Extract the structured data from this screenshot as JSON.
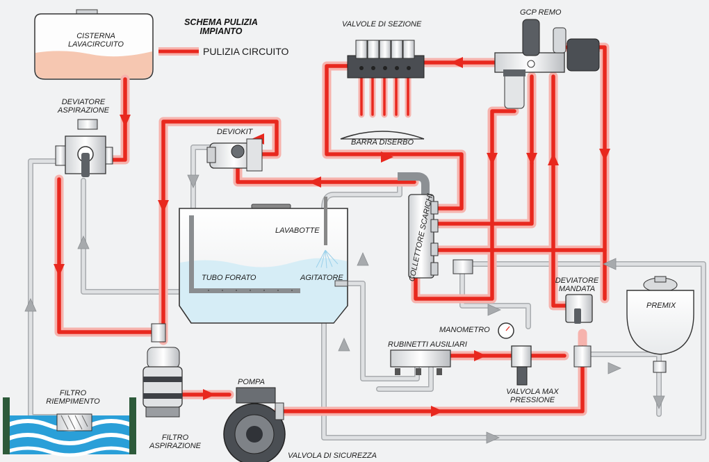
{
  "title": {
    "line1": "SCHEMA PULIZIA",
    "line2": "IMPIANTO"
  },
  "legend": {
    "label": "PULIZIA CIRCUITO"
  },
  "colors": {
    "red_pipe": "#e8281e",
    "red_glow": "#f6b3ad",
    "grey_pipe": "#c9cbcd",
    "tank_water": "#d6edf6",
    "tank_rinse": "#f6c7b1",
    "water": "#2a9fd8"
  },
  "labels": {
    "cisterna_1": "CISTERNA",
    "cisterna_2": "LAVACIRCUITO",
    "deviatore_asp_1": "DEVIATORE",
    "deviatore_asp_2": "ASPIRAZIONE",
    "valvole_sezione": "VALVOLE DI SEZIONE",
    "gcp_remo": "GCP REMO",
    "deviokit": "DEVIOKIT",
    "barra_diserbo": "BARRA DISERBO",
    "collettore_scarichi": "COLLETTORE SCARICHI",
    "lavabotte": "LAVABOTTE",
    "tubo_forato": "TUBO FORATO",
    "agitatore": "AGITATORE",
    "deviatore_mandata_1": "DEVIATORE",
    "deviatore_mandata_2": "MANDATA",
    "premix": "PREMIX",
    "manometro": "MANOMETRO",
    "rubinetti_ausiliari": "RUBINETTI AUSILIARI",
    "valvola_max_1": "VALVOLA MAX",
    "valvola_max_2": "PRESSIONE",
    "filtro_riemp_1": "FILTRO",
    "filtro_riemp_2": "RIEMPIMENTO",
    "pompa": "POMPA",
    "filtro_asp_1": "FILTRO",
    "filtro_asp_2": "ASPIRAZIONE",
    "valvola_sicurezza": "VALVOLA DI SICUREZZA"
  }
}
